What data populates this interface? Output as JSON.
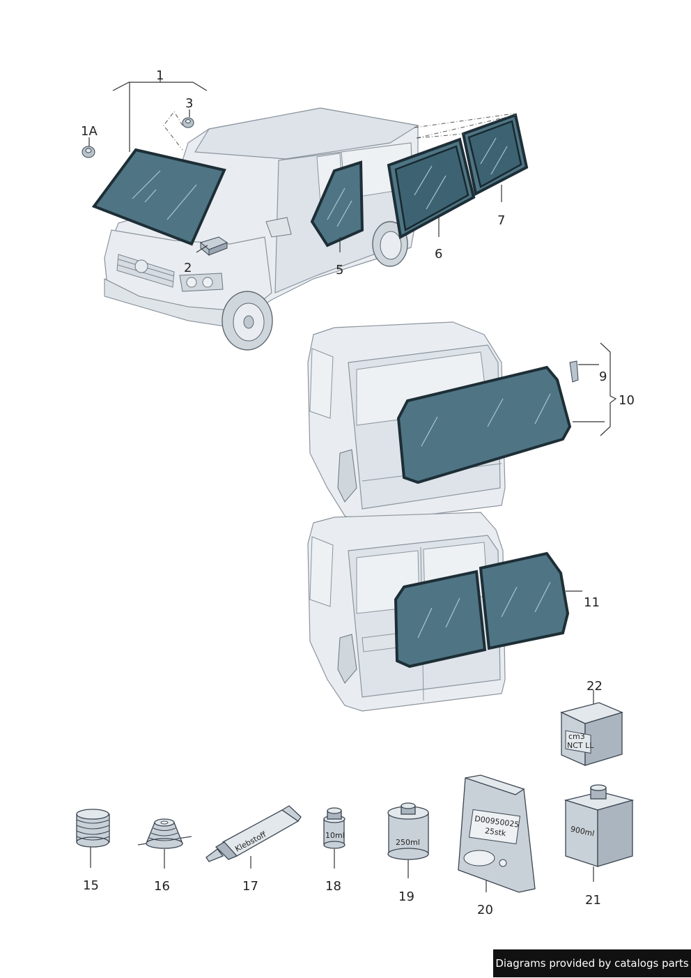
{
  "labels": {
    "p1": "1",
    "p1a": "1A",
    "p2": "2",
    "p3": "3",
    "p5": "5",
    "p6": "6",
    "p7": "7",
    "p9": "9",
    "p10": "10",
    "p11": "11",
    "p15": "15",
    "p16": "16",
    "p17": "17",
    "p18": "18",
    "p19": "19",
    "p20": "20",
    "p21": "21",
    "p22": "22"
  },
  "product_text": {
    "tube": "Klebstoff",
    "bottle18": "10ml",
    "can19": "250ml",
    "bag_line1": "D00950025",
    "bag_line2": "25stk",
    "can21": "900ml",
    "box_line1": "cm3",
    "box_line2": "NCT LL"
  },
  "footer": {
    "text": "Diagrams provided by catalogs parts"
  }
}
